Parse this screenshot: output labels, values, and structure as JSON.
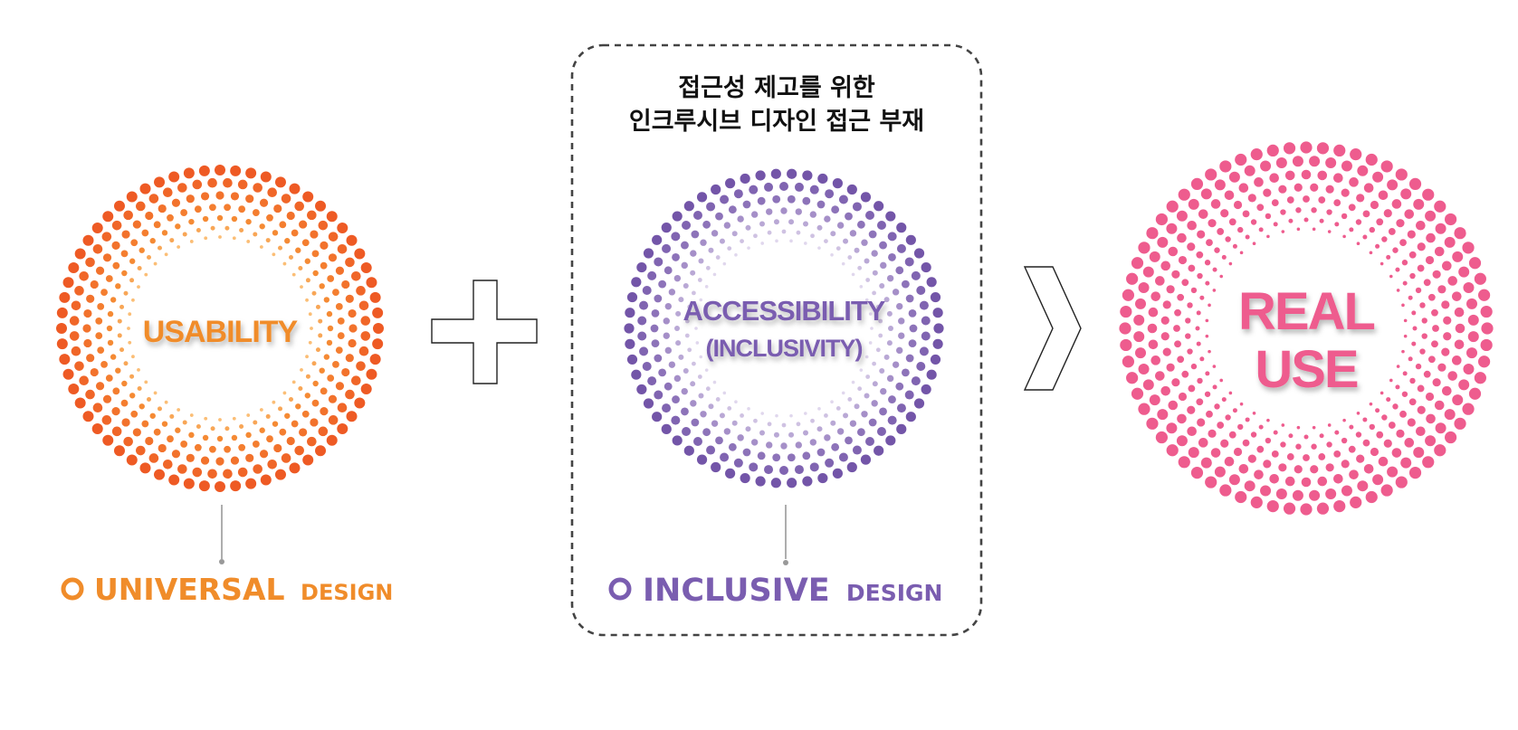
{
  "colors": {
    "usability_outer": "#ee5a24",
    "usability_inner": "#f9a23c",
    "usability_text": "#f08c2a",
    "accessibility_outer": "#7355a8",
    "accessibility_inner": "#c2b0dc",
    "accessibility_text": "#7a5db0",
    "real_use": "#ee5c8e",
    "connector": "#999999",
    "outline": "#222222",
    "dashed_box": "#444444"
  },
  "usability": {
    "label": "USABILITY"
  },
  "universal_caption": {
    "main": "UNIVERSAL",
    "suffix": "DESIGN"
  },
  "accessibility": {
    "line1": "ACCESSIBILITY",
    "line2": "(INCLUSIVITY)"
  },
  "inclusive_caption": {
    "main": "INCLUSIVE",
    "suffix": "DESIGN"
  },
  "note": {
    "line1": "접근성 제고를 위한",
    "line2": "인크루시브 디자인 접근 부재"
  },
  "real_use": {
    "line1": "REAL",
    "line2": "USE"
  },
  "icons": {
    "plus": "plus-icon",
    "arrow": "chevron-right-icon"
  }
}
